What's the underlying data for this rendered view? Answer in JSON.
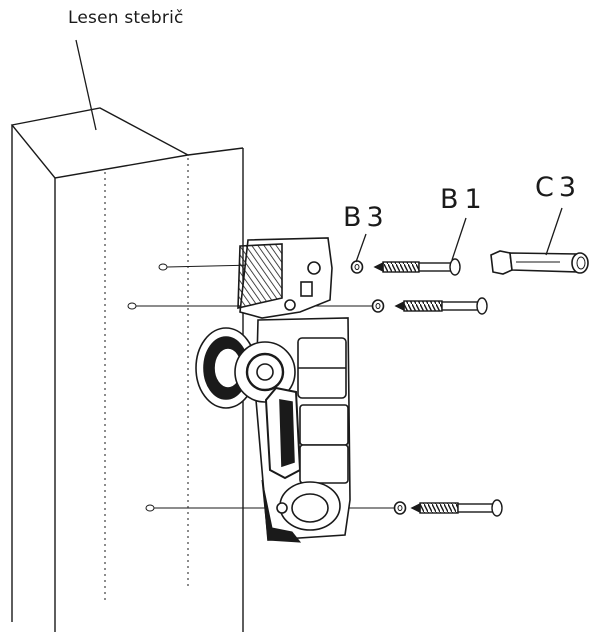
{
  "labels": {
    "post": "Lesen stebrič",
    "washer": "B3",
    "screw": "B1",
    "sleeve": "C3"
  },
  "colors": {
    "ink": "#1a1a1a",
    "paper": "#ffffff"
  }
}
